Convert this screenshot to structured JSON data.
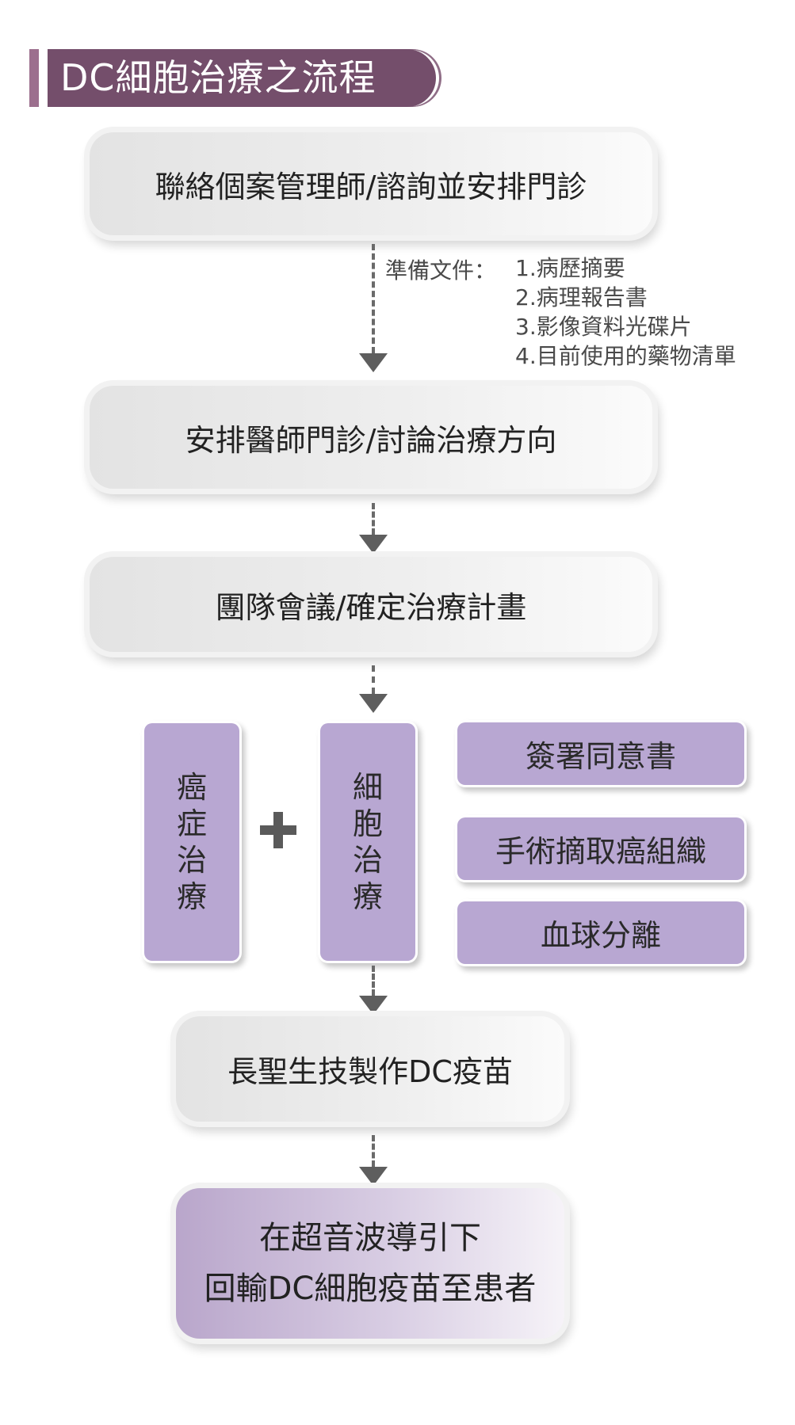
{
  "title": "DC細胞治療之流程",
  "steps": {
    "contact": "聯絡個案管理師/諮詢並安排門診",
    "clinic": "安排醫師門診/討論治療方向",
    "meeting": "團隊會議/確定治療計畫",
    "production": "長聖生技製作DC疫苗",
    "infusion_line1": "在超音波導引下",
    "infusion_line2": "回輸DC細胞疫苗至患者"
  },
  "prep": {
    "label": "準備文件：",
    "items": [
      "1.病歷摘要",
      "2.病理報告書",
      "3.影像資料光碟片",
      "4.目前使用的藥物清單"
    ]
  },
  "treatments": {
    "cancer": [
      "癌",
      "症",
      "治",
      "療"
    ],
    "cell": [
      "細",
      "胞",
      "治",
      "療"
    ]
  },
  "procedures": [
    "簽署同意書",
    "手術摘取癌組織",
    "血球分離"
  ],
  "colors": {
    "title_banner": "#744e6b",
    "title_accent": "#9c6f8e",
    "purple_box": "#b8a7d2",
    "grey_box": "#eeeeee",
    "arrow": "#5e5e5e"
  }
}
